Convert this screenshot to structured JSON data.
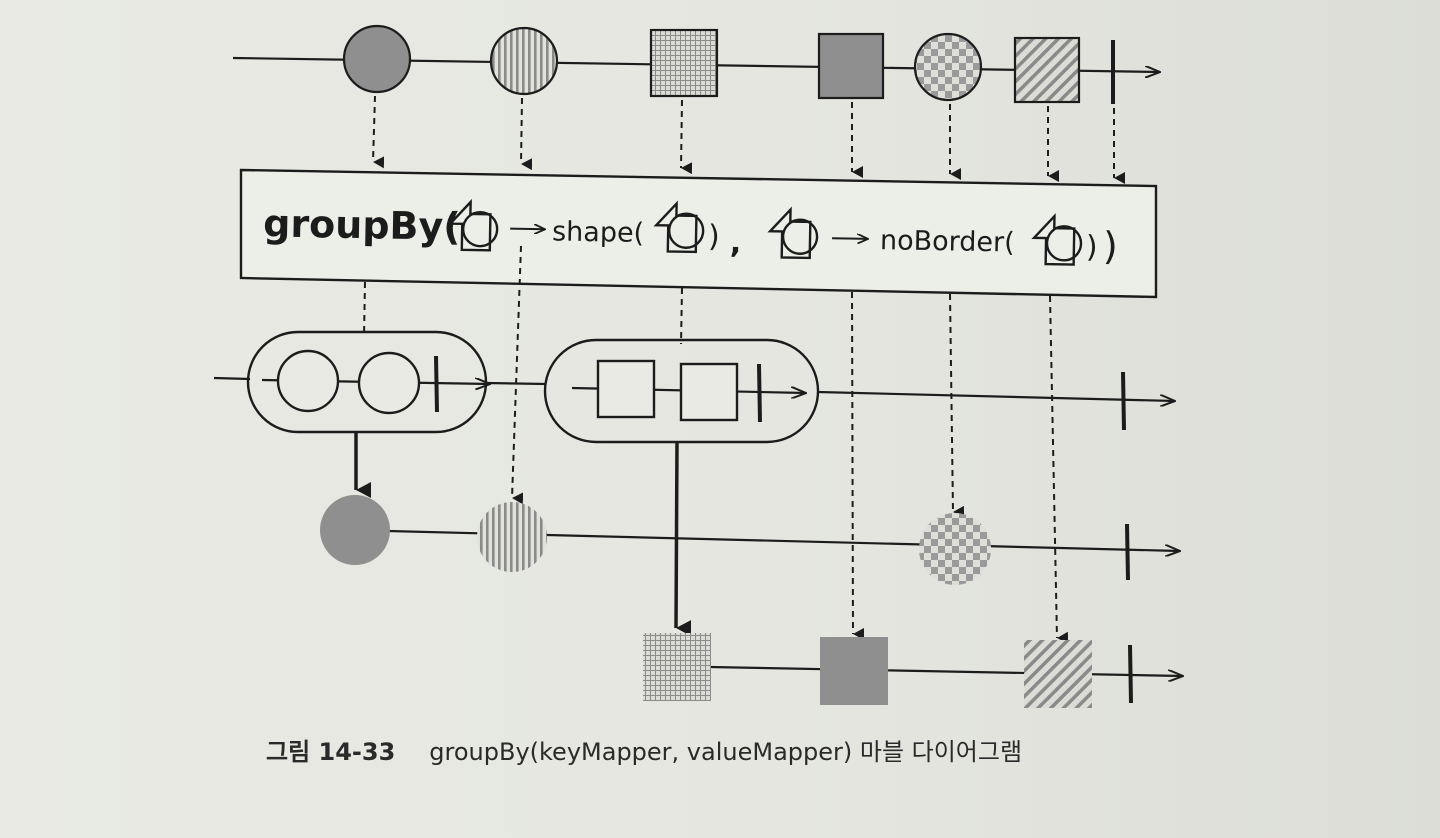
{
  "operator": {
    "name": "groupBy(",
    "key_fn": "shape(",
    "key_fn_close": ")",
    "separator": ",",
    "value_fn": "noBorder(",
    "value_fn_close": ")",
    "close": ")"
  },
  "caption": {
    "label": "그림 14-33",
    "text": "groupBy(keyMapper, valueMapper) 마블 다이어그램"
  },
  "colors": {
    "ink": "#1c1c1c",
    "marble_fill": "#8f8f8f",
    "marble_light": "#a5a5a5",
    "paper": "#e6e7e2"
  },
  "icons": [
    "key-mapper-icon",
    "arrow-icon",
    "completion-icon",
    "dashed-arrow-icon"
  ]
}
